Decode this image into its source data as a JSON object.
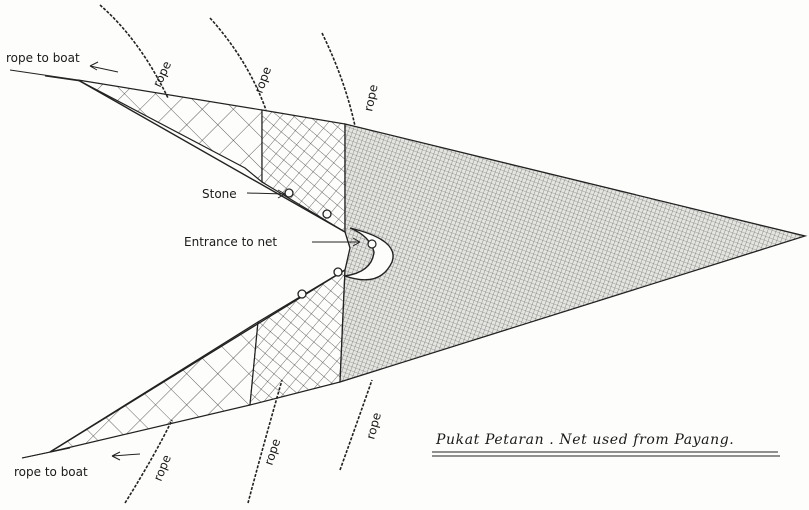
{
  "labels": {
    "rope_to_boat_top": "rope to boat",
    "rope_to_boat_bottom": "rope to boat",
    "rope": "rope",
    "stone": "Stone",
    "entrance": "Entrance to net"
  },
  "caption": "Pukat Petaran . Net used from Payang."
}
